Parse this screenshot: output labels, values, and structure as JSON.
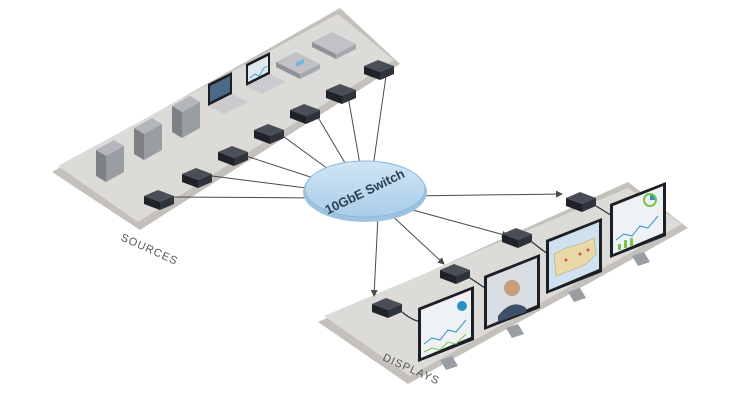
{
  "diagram": {
    "switch_label": "10GbE Switch",
    "sources_label": "SOURCES",
    "displays_label": "DISPLAYS"
  },
  "colors": {
    "platform": "#d8d6d2",
    "platform_edge": "#b9b6b1",
    "switch_fill": "#b9d8ee",
    "switch_edge": "#8fb8d8",
    "extender": "#2b2f36",
    "arrow": "#4a4a4a",
    "tower": "#8a8d92",
    "screen_bezel": "#1c1f24"
  }
}
